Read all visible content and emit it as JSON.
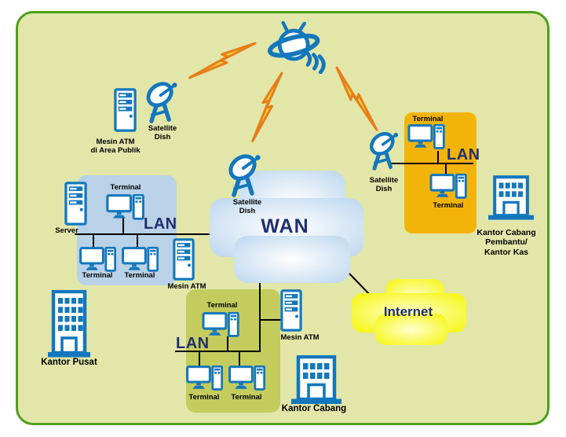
{
  "diagram": {
    "type": "banking-satellite-network-topology",
    "labels": {
      "wan": "WAN",
      "internet": "Internet",
      "lan": "LAN",
      "terminal": "Terminal",
      "server": "Server",
      "mesin_atm": "Mesin ATM",
      "satellite_dish_line1": "Satellite",
      "satellite_dish_line2": "Dish",
      "atm_publik_line1": "Mesin ATM",
      "atm_publik_line2": "di Area Publik",
      "kantor_pusat": "Kantor Pusat",
      "kantor_cabang": "Kantor Cabang",
      "pembantu_line1": "Kantor Cabang",
      "pembantu_line2": "Pembantu/",
      "pembantu_line3": "Kantor Kas"
    },
    "colors": {
      "panel_bg": "#e2e6a9",
      "panel_border": "#4f9e1e",
      "lan_box_blue": "#b9d2e8",
      "lan_box_olive": "#c3cc5d",
      "lan_box_orange": "#f3b409",
      "icon_blue": "#1377bd",
      "navy_text": "#212f6e",
      "wan_cloud_edge": "#bad5ee",
      "internet_cloud_edge": "#f5f500",
      "bolt_fill": "#ffd040",
      "bolt_stroke": "#e67e17",
      "connector": "#000000"
    }
  }
}
